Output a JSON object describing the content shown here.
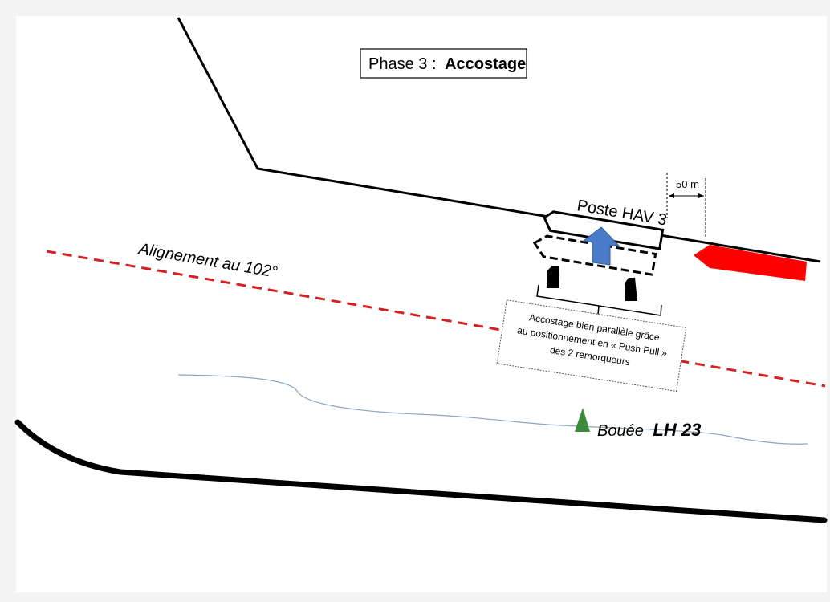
{
  "diagram": {
    "title": {
      "prefix": "Phase 3 :",
      "bold": "Accostage"
    },
    "berth_label": "Poste HAV 3",
    "distance_label": "50 m",
    "alignment_label": "Alignement au 102°",
    "note_lines": [
      "Accostage bien parallèle grâce",
      "au positionnement en « Push Pull »",
      "des 2 remorqueurs"
    ],
    "buoy": {
      "prefix": "Bouée",
      "bold": "LH 23"
    },
    "colors": {
      "alignment_line": "#d42020",
      "moored_ship": "#ff0000",
      "push_arrow": "#4a7bc8",
      "buoy": "#3a8a3a",
      "channel_edge": "#8aa6c1"
    }
  }
}
